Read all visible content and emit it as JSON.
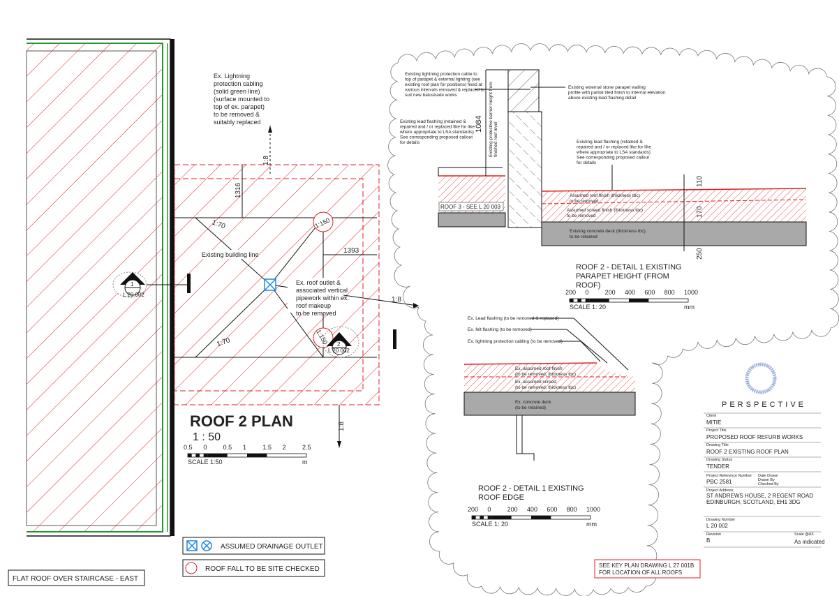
{
  "colors": {
    "red": "#e02020",
    "green": "#1e9a2a",
    "blue": "#1e88e5",
    "deck": "#a9a9a9"
  },
  "plan": {
    "title": "ROOF 2 PLAN",
    "scale_ratio": "1 : 50",
    "scale_ticks": [
      "0.5",
      "0",
      "0.5",
      "1",
      "1.5",
      "2",
      "2.5"
    ],
    "scale_label": "SCALE 1:50",
    "scale_unit": "m",
    "note_lightning": [
      "Ex. Lightning",
      "protection cabling",
      "(solid green line)",
      "(surface mounted to",
      "top of ex. parapet)",
      "to be removed &",
      "suitably replaced"
    ],
    "note_outlet": [
      "Ex. roof outlet &",
      "associated vertical",
      "pipework within ex.",
      "roof makeup",
      "to be removed"
    ],
    "existing_building_line": "Existing building line",
    "dim_1316": "1316",
    "dim_1393": "1393",
    "falls": [
      "1:8",
      "1:70",
      "1:70",
      "1:8",
      "1:8"
    ],
    "fall_check_1": "1:150",
    "fall_check_2": "1:150",
    "section_ref_1": {
      "num": "1",
      "sheet": "L 20 002"
    },
    "section_ref_2": {
      "num": "2",
      "sheet": "L 20 002"
    },
    "staircase_label": "FLAT ROOF OVER STAIRCASE - EAST"
  },
  "legend": {
    "drainage": "ASSUMED DRAINAGE OUTLET",
    "fall_check": "ROOF FALL TO BE SITE CHECKED",
    "key_plan": [
      "SEE KEY PLAN DRAWING L 27 001B",
      "FOR LOCATION OF ALL ROOFS"
    ]
  },
  "detail1": {
    "title": [
      "ROOF 2 - DETAIL 1 EXISTING",
      "PARAPET HEIGHT (FROM",
      "ROOF)"
    ],
    "note_lightning": [
      "Existing lightning protection cable to",
      "top of parapet & external lighting (see",
      "existing roof plan for positions) fixed at",
      "various intervals removed & replaced to",
      "suit new balustrade works"
    ],
    "note_flashing_left": [
      "Existing lead flashing (retained &",
      "repaired and / or replaced like for like",
      "where appropriate to LSA standards)",
      "See corresponding proposed callout",
      "for details"
    ],
    "note_flashing_right": [
      "Existing lead flashing (retained &",
      "repaired and / or replaced like for like",
      "where appropriate to LSA standards)",
      "See corresponding proposed callout",
      "for details"
    ],
    "note_parapet": [
      "Existing external stone parapet walling",
      "profile with partial tiled finish to internal elevation",
      "above existing lead flashing detail"
    ],
    "barrier_note": [
      "Existing protective barrier height from",
      "finished roof level"
    ],
    "dim_1084": "1084",
    "dim_110": "110",
    "dim_170": "170",
    "dim_250": "250",
    "roof3_ref": "ROOF 3 - SEE L 20 003",
    "layer_finish": [
      "Assumed roof finish (thickness tbc)",
      "to be removed"
    ],
    "layer_screed": [
      "Assumed screed finish (thickness tbc)",
      "to be removed"
    ],
    "layer_deck": [
      "Existing concrete deck (thickness tbc)",
      "to be retained"
    ],
    "scale_ticks": [
      "200",
      "0",
      "200",
      "400",
      "600",
      "800",
      "1000"
    ],
    "scale_label": "SCALE 1: 20",
    "scale_unit": "mm"
  },
  "detail2": {
    "title": [
      "ROOF 2 - DETAIL 1 EXISTING",
      "ROOF EDGE"
    ],
    "callouts": [
      "Ex. Lead flashing (to be removed & replaced)",
      "Ex. felt flashing (to be removed)",
      "Ex. lightning protection cabling (to be removed)"
    ],
    "layer_finish": [
      "Ex. assumed roof finish",
      "(to be removed, thickness tbc)"
    ],
    "layer_screed": [
      "Ex. assumed screed",
      "(to be removed, thickness tbc)"
    ],
    "layer_deck": [
      "Ex. concrete deck",
      "(to be retained)"
    ],
    "scale_ticks": [
      "200",
      "0",
      "200",
      "400",
      "600",
      "800",
      "1000"
    ],
    "scale_label": "SCALE 1: 20",
    "scale_unit": "mm"
  },
  "titleblock": {
    "brand": "PERSPECTIVE",
    "client_label": "Client",
    "client": "MITIE",
    "project_title_label": "Project Title",
    "project_title": "PROPOSED ROOF REFURB WORKS",
    "drawing_title_label": "Drawing Title",
    "drawing_title": "ROOF 2 EXISTING ROOF PLAN",
    "status_label": "Drawing Status",
    "status": "TENDER",
    "ref_label": "Project Reference Number",
    "ref": "PBC 2581",
    "date_drawn_label": "Date Drawn",
    "drawn_by_label": "Drawn By",
    "checked_by_label": "Checked By",
    "address_label": "Project Address",
    "address": [
      "ST ANDREWS HOUSE, 2 REGENT ROAD",
      "EDINBURGH, SCOTLAND, EH1 3DG"
    ],
    "drawing_number_label": "Drawing Number",
    "drawing_number": "L 20 002",
    "revision_label": "Revision",
    "revision": "B",
    "scale_label": "Scale @A3",
    "scale": "As indicated"
  }
}
